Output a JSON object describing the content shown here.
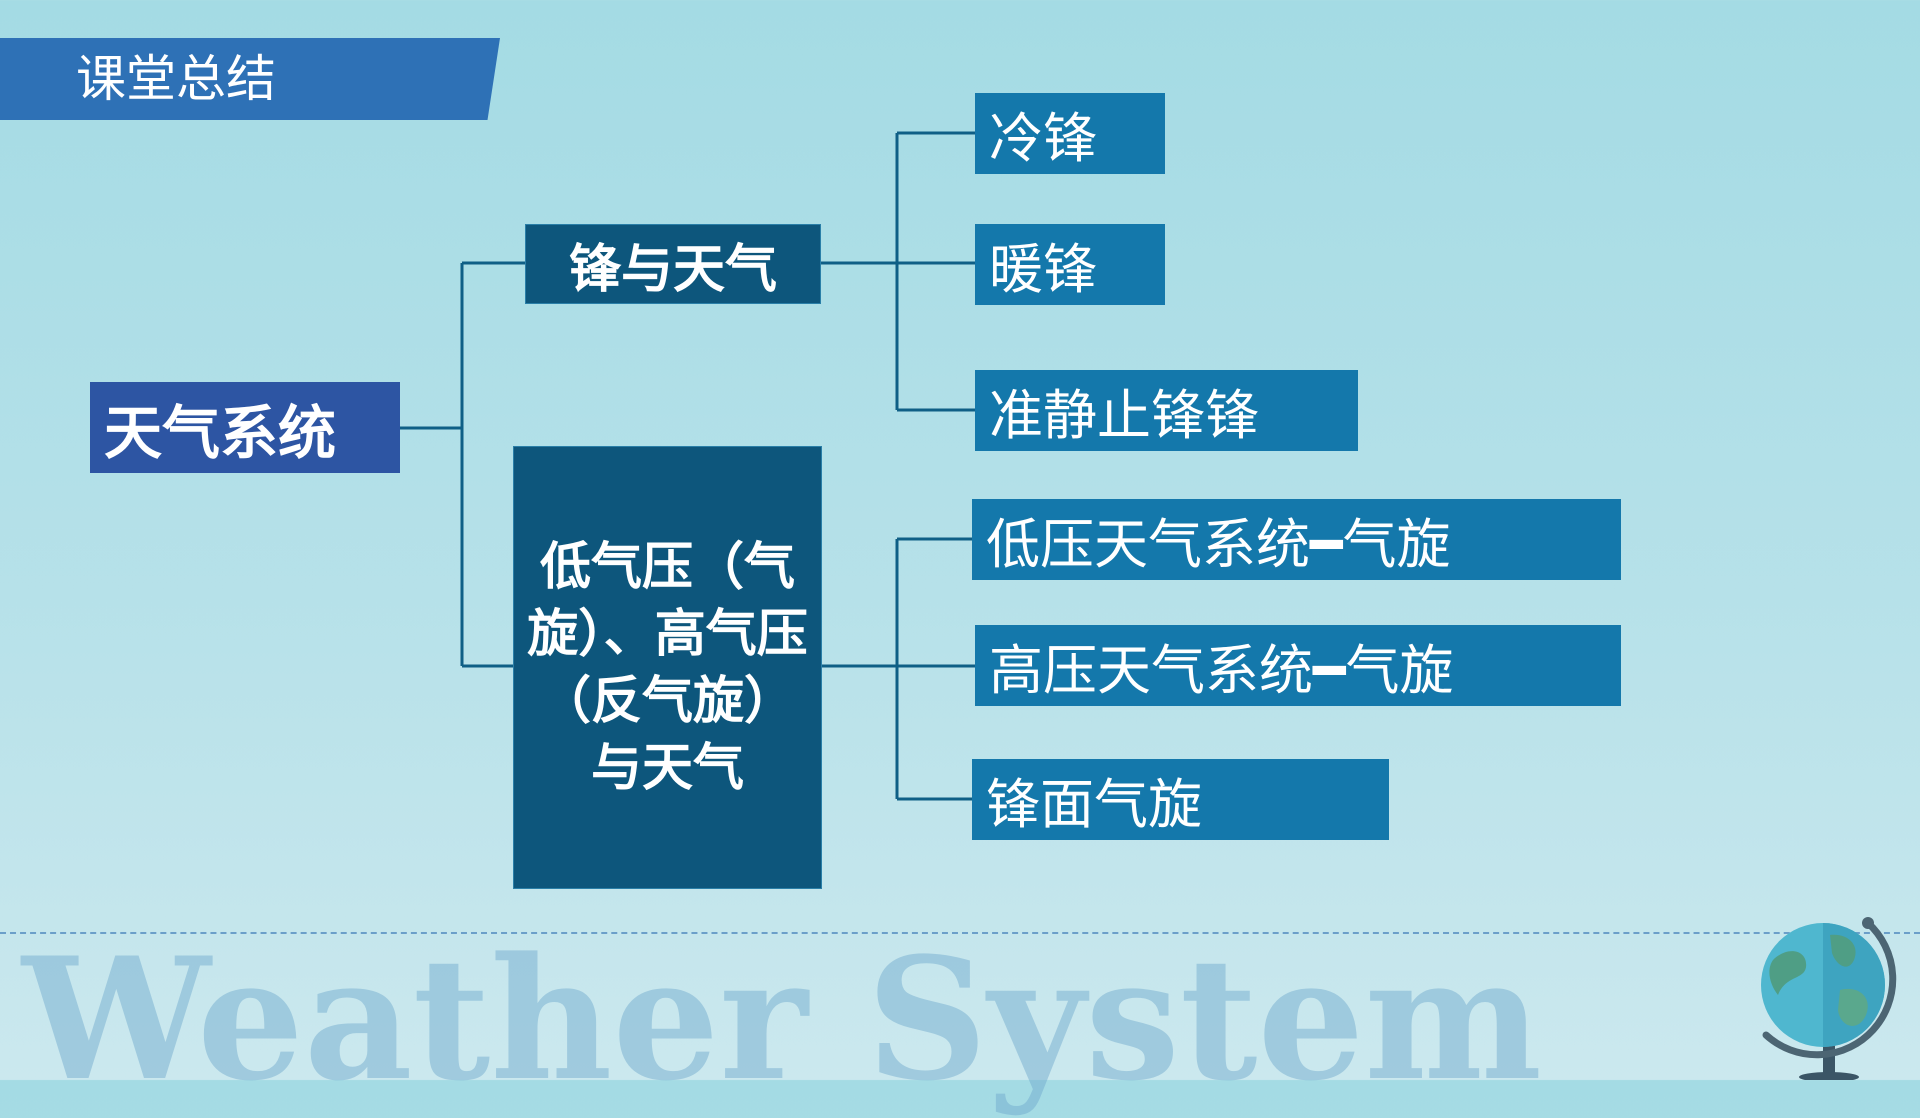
{
  "header": {
    "title": "课堂总结"
  },
  "diagram": {
    "root": "天气系统",
    "branches": [
      {
        "label": "锋与天气"
      },
      {
        "label": "低气压（气旋）、高气压（反气旋）与天气"
      }
    ],
    "leaves": [
      "冷锋",
      "暖锋",
      "准静止锋锋",
      "低压天气系统━气旋",
      "高压天气系统━气旋",
      "锋面气旋"
    ]
  },
  "watermark": "Weather System",
  "colors": {
    "background": "#a4dbe4",
    "header_banner": "#2e71b6",
    "root_box": "#2d55a3",
    "branch_box": "#0d567c",
    "leaf_box": "#1478ab",
    "connector": "#0f5f86"
  }
}
